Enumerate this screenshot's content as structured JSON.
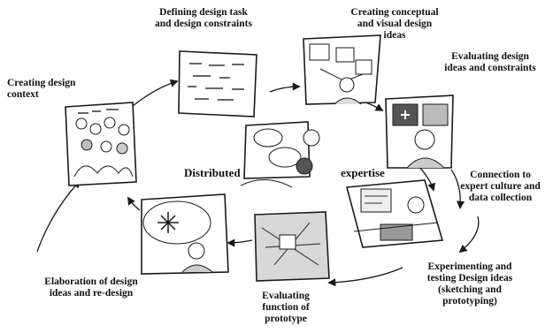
{
  "labels": {
    "context": "Creating design\ncontext",
    "defining": "Defining design task\nand design constraints",
    "conceptual": "Creating conceptual\nand visual design\nideas",
    "evaluating_ideas": "Evaluating design\nideas and constraints",
    "connection": "Connection to\nexpert culture and\ndata collection",
    "experimenting": "Experimenting and\ntesting Design ideas\n(sketching and\nprototyping)",
    "evaluating_function": "Evaluating\nfunction of\nprototype",
    "elaboration": "Elaboration of design\nideas and re-design",
    "center_left": "Distributed",
    "center_right": "expertise"
  },
  "colors": {
    "ink": "#1a1a1a",
    "paper": "#ffffff",
    "hatch": "#8a8a8a"
  },
  "icons": [
    "group-of-people-sketch",
    "document-sketch",
    "whiteboard-sketch",
    "presentation-sketch",
    "desk-worker-sketch",
    "prototype-sketch",
    "brainstorm-sketch",
    "discussion-sketch"
  ]
}
